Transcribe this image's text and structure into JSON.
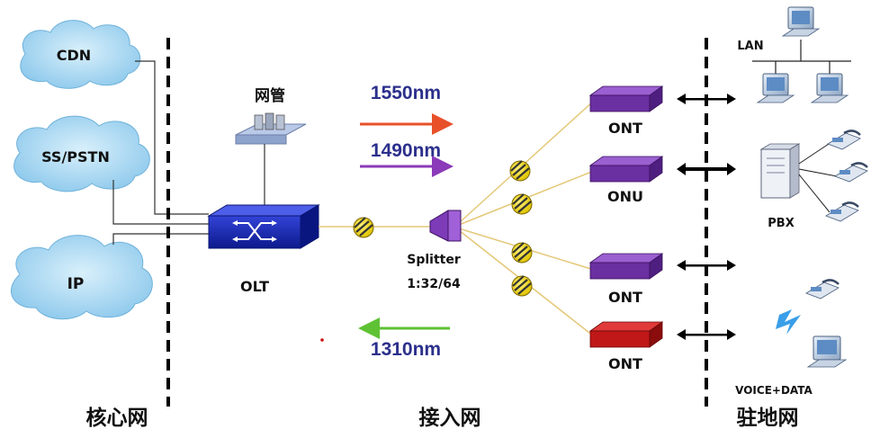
{
  "clouds": {
    "cdn": "CDN",
    "pstn": "SS/PSTN",
    "ip": "IP"
  },
  "devices": {
    "olt": "OLT",
    "nms": "网管",
    "splitter": "Splitter",
    "splitter_ratio": "1:32/64",
    "ont_1": "ONT",
    "onu": "ONU",
    "ont_3": "ONT",
    "ont_4": "ONT",
    "lan": "LAN",
    "pbx": "PBX",
    "voice_data": "VOICE+DATA"
  },
  "wavelengths": {
    "down_1": "1550nm",
    "down_2": "1490nm",
    "up": "1310nm"
  },
  "zones": {
    "core": "核心网",
    "access": "接入网",
    "premises": "驻地网"
  },
  "colors": {
    "cloud": "#9fd2ef",
    "olt": "#1a2bb0",
    "ont": "#6a2fa0",
    "ont_red": "#c01818",
    "splitter": "#6a2fa0",
    "fiber": "#e4c878",
    "arrow_1550": "#e8502a",
    "arrow_1490": "#8b3ab8",
    "arrow_1310": "#5ec234"
  }
}
